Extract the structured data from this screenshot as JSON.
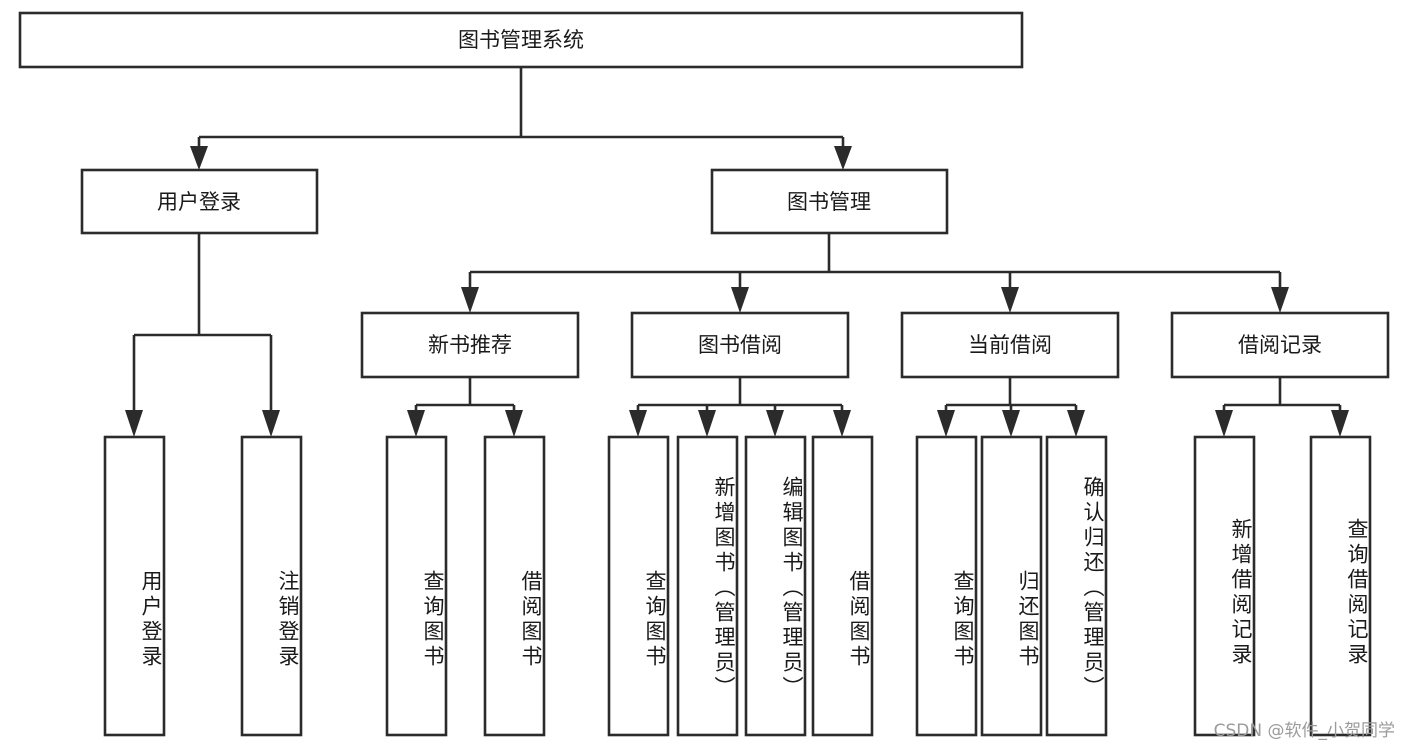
{
  "diagram": {
    "type": "tree",
    "title": "图书管理系统",
    "watermark": "CSDN @软件_小贺同学",
    "root": {
      "label": "图书管理系统"
    },
    "level2": [
      {
        "id": "user-login",
        "label": "用户登录"
      },
      {
        "id": "book-management",
        "label": "图书管理"
      }
    ],
    "level3": [
      {
        "id": "new-book-recommend",
        "label": "新书推荐",
        "parent": "book-management"
      },
      {
        "id": "book-borrow",
        "label": "图书借阅",
        "parent": "book-management"
      },
      {
        "id": "current-borrow",
        "label": "当前借阅",
        "parent": "book-management"
      },
      {
        "id": "borrow-record",
        "label": "借阅记录",
        "parent": "book-management"
      }
    ],
    "leaves": {
      "user_login": [
        {
          "id": "leaf-user-login",
          "label": "用户登录"
        },
        {
          "id": "leaf-logout-login",
          "label": "注销登录"
        }
      ],
      "new_book_recommend": [
        {
          "id": "leaf-query-book-1",
          "label": "查询图书"
        },
        {
          "id": "leaf-borrow-book-1",
          "label": "借阅图书"
        }
      ],
      "book_borrow": [
        {
          "id": "leaf-query-book-2",
          "label": "查询图书"
        },
        {
          "id": "leaf-add-book",
          "label": "新增图书（管理员）"
        },
        {
          "id": "leaf-edit-book",
          "label": "编辑图书（管理员）"
        },
        {
          "id": "leaf-borrow-book-2",
          "label": "借阅图书"
        }
      ],
      "current_borrow": [
        {
          "id": "leaf-query-book-3",
          "label": "查询图书"
        },
        {
          "id": "leaf-return-book",
          "label": "归还图书"
        },
        {
          "id": "leaf-confirm-return",
          "label": "确认归还（管理员）"
        }
      ],
      "borrow_record": [
        {
          "id": "leaf-add-record",
          "label": "新增借阅记录"
        },
        {
          "id": "leaf-query-record",
          "label": "查询借阅记录"
        }
      ]
    },
    "colors": {
      "stroke": "#2b2b2b",
      "fill": "#ffffff",
      "text": "#1a1a1a",
      "watermark": "#9b9b9b",
      "background": "#ffffff"
    }
  }
}
